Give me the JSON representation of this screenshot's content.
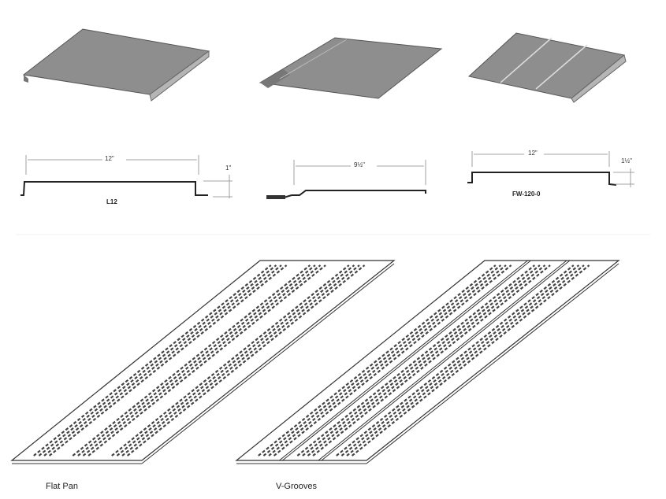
{
  "profiles": [
    {
      "name": "L12",
      "width": "12\"",
      "height": "1\""
    },
    {
      "name": "",
      "width": "9½\""
    },
    {
      "name": "FW-120-0",
      "width": "12\"",
      "height": "1½\""
    }
  ],
  "panels": [
    {
      "label": "Flat Pan"
    },
    {
      "label": "V-Grooves"
    }
  ],
  "colors": {
    "panel": "#8f8f8f",
    "line": "#333333"
  }
}
